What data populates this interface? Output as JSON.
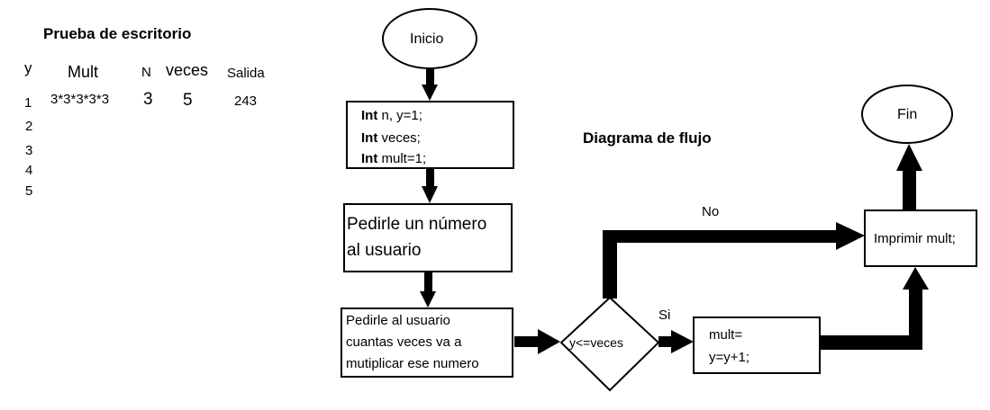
{
  "table": {
    "title": "Prueba de escritorio",
    "headers": {
      "y": "y",
      "mult": "Mult",
      "n": "N",
      "veces": "veces",
      "salida": "Salida"
    },
    "row1": {
      "mult": "3*3*3*3*3",
      "n": "3",
      "veces": "5",
      "salida": "243"
    },
    "y_values": [
      "1",
      "2",
      "3",
      "4",
      "5"
    ]
  },
  "diagram": {
    "title": "Diagrama de flujo",
    "start": "Inicio",
    "end": "Fin",
    "declarations": [
      {
        "kw": "Int",
        "rest": "n, y=1;"
      },
      {
        "kw": "Int",
        "rest": "veces;"
      },
      {
        "kw": "Int",
        "rest": "mult=1;"
      }
    ],
    "step_ask_number": [
      "Pedirle un número",
      "al usuario"
    ],
    "step_ask_times": [
      "Pedirle al usuario",
      "cuantas veces va a",
      "mutiplicar ese numero"
    ],
    "decision": "y<=veces",
    "label_yes": "Si",
    "label_no": "No",
    "step_update": [
      "mult=",
      "y=y+1;"
    ],
    "step_print": "Imprimir mult;"
  }
}
